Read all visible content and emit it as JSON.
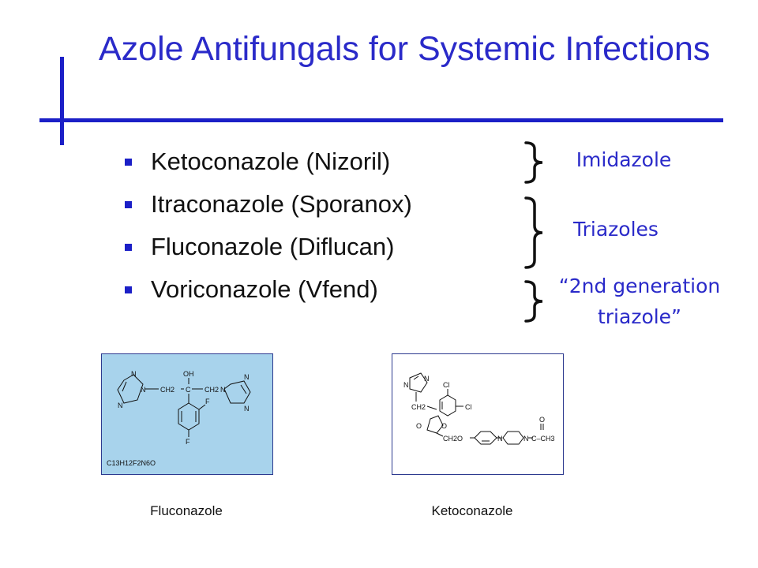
{
  "slide": {
    "title": "Azole Antifungals for Systemic Infections",
    "bullets": [
      "Ketoconazole (Nizoril)",
      "Itraconazole (Sporanox)",
      "Fluconazole (Diflucan)",
      "Voriconazole (Vfend)"
    ],
    "classifications": {
      "imidazole": "Imidazole",
      "triazoles": "Triazoles",
      "second_gen_line1": "“2nd generation",
      "second_gen_line2": "triazole”"
    },
    "figures": [
      {
        "caption": "Fluconazole",
        "background": "#a8d3ec",
        "labels": {
          "n1": "N",
          "n2": "N",
          "n3": "N",
          "n4": "N",
          "n5": "N",
          "n6": "N",
          "oh": "OH",
          "ch2_left": "CH2",
          "c_center": "C",
          "ch2_right": "CH2",
          "f1": "F",
          "f2": "F",
          "formula": "C13H12F2N6O"
        }
      },
      {
        "caption": "Ketoconazole",
        "background": "#ffffff",
        "labels": {
          "n_top": "N",
          "n_left": "N",
          "cl1": "Cl",
          "cl2": "Cl",
          "ch2_a": "CH2",
          "o1": "O",
          "o2": "O",
          "ch2o": "CH2O",
          "n_pip1": "N",
          "n_pip2": "N",
          "o_carbonyl": "O",
          "c_ch3": "C–CH3"
        }
      }
    ],
    "colors": {
      "accent": "#1b1fc7",
      "title": "#2a2ac9",
      "text": "#111111"
    }
  }
}
